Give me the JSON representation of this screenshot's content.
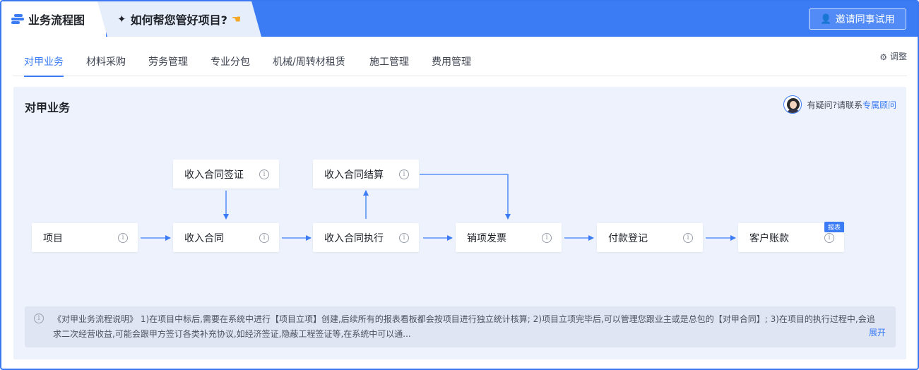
{
  "header": {
    "main_tab": "业务流程图",
    "help_tab": "如何帮您管好项目?",
    "invite_button": "邀请同事试用",
    "accent": "#3b7cf5"
  },
  "nav": {
    "tabs": [
      {
        "label": "对甲业务",
        "active": true
      },
      {
        "label": "材料采购"
      },
      {
        "label": "劳务管理"
      },
      {
        "label": "专业分包"
      },
      {
        "label": "机械/周转材租赁"
      },
      {
        "label": "施工管理"
      },
      {
        "label": "费用管理"
      }
    ],
    "adjust_label": "调整"
  },
  "panel": {
    "title": "对甲业务",
    "advisor_text": "有疑问?请联系",
    "advisor_link": "专属顾问"
  },
  "flow": {
    "nodes": {
      "project": "项目",
      "contract": "收入合同",
      "visa": "收入合同签证",
      "execution": "收入合同执行",
      "settlement": "收入合同结算",
      "invoice": "销项发票",
      "payment": "付款登记",
      "account": "客户账款"
    },
    "report_badge": "报表"
  },
  "description": {
    "text": "《对甲业务流程说明》 1)在项目中标后,需要在系统中进行【项目立项】创建,后续所有的报表看板都会按项目进行独立统计核算; 2)项目立项完毕后,可以管理您跟业主或是总包的【对甲合同】; 3)在项目的执行过程中,会追求二次经营收益,可能会跟甲方签订各类补充协议,如经济签证,隐蔽工程签证等,在系统中可以通...",
    "expand_label": "展开"
  }
}
